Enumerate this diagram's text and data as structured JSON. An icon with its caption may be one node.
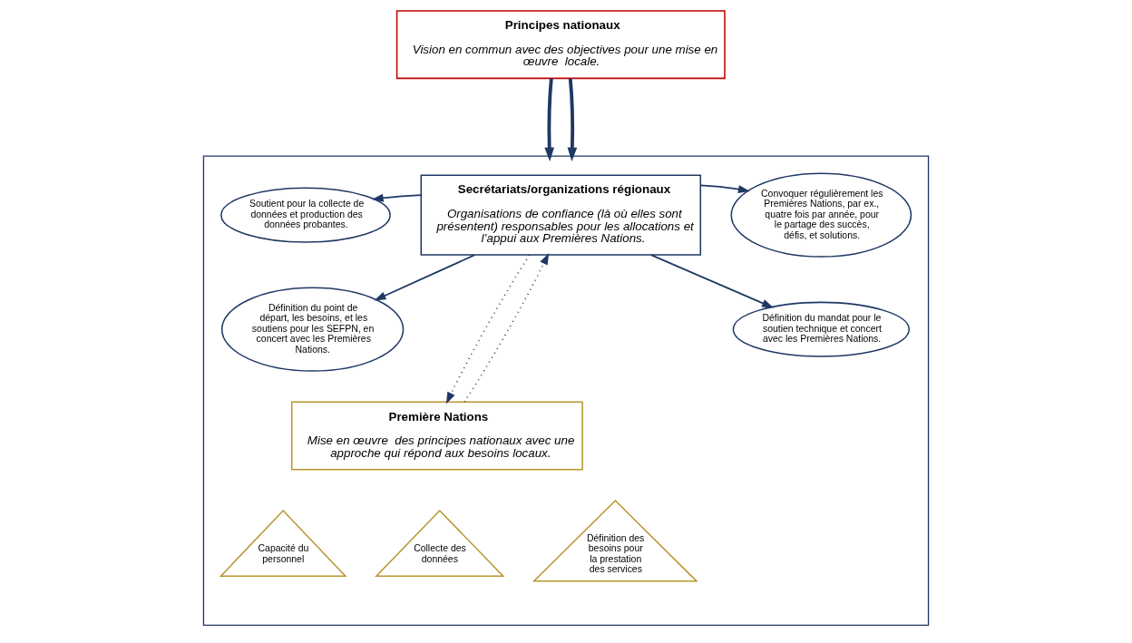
{
  "diagram": {
    "nodes": [
      {
        "text": [
          "Principes nationaux",
          "Vision en commun avec des objectives pour une mise en œuvre  locale."
        ]
      },
      {
        "text": [],
        "shape": "box"
      },
      {
        "text": [
          "Soutient pour la collecte de données et production des données probantes."
        ],
        "in": 1
      },
      {
        "text": [
          "Définition du point de départ, les besoins, et les soutiens pour les SEFPN, en concert avec les Premières Nations."
        ],
        "in": 1
      },
      {
        "text": [
          "Secrétariats/organizations régionaux",
          "Organisations de confiance (là où elles sont présentent) responsables pour les allocations et l’appui aux Premières Nations."
        ],
        "in": 1
      },
      {
        "text": [
          "Convoquer régulièrement les Premières Nations, par ex., quatre fois par année, pour le partage des succès, défis, et solutions."
        ],
        "in": 1
      },
      {
        "text": [
          "Définition du mandat pour le soutien technique et concert avec les Premières Nations."
        ],
        "in": 1
      },
      {
        "text": [
          "Première Nations",
          "Mise en œuvre  des principes nationaux avec une approche qui répond aux besoins locaux."
        ],
        "in": 1
      },
      {
        "text": [
          "Capacité du personnel"
        ],
        "in": 1
      },
      {
        "text": [
          "Collecte des données"
        ],
        "in": 1
      },
      {
        "text": [
          "Définition des besoins pour la prestation des services"
        ],
        "in": 1
      }
    ],
    "edges": [
      {
        "from": 0,
        "to": 1,
        "arrow": "to",
        "style": "thick"
      },
      {
        "from": 0,
        "to": 1,
        "arrow": "to",
        "style": "thick"
      },
      {
        "from": 4,
        "to": 2,
        "arrow": "to"
      },
      {
        "from": 4,
        "to": 3,
        "arrow": "to"
      },
      {
        "from": 4,
        "to": 5,
        "arrow": "to"
      },
      {
        "from": 4,
        "to": 6,
        "arrow": "to"
      },
      {
        "from": 4,
        "to": 7,
        "arrow": "to",
        "style": "dashed"
      },
      {
        "from": 7,
        "to": 4,
        "arrow": "to",
        "style": "dashed"
      }
    ]
  }
}
